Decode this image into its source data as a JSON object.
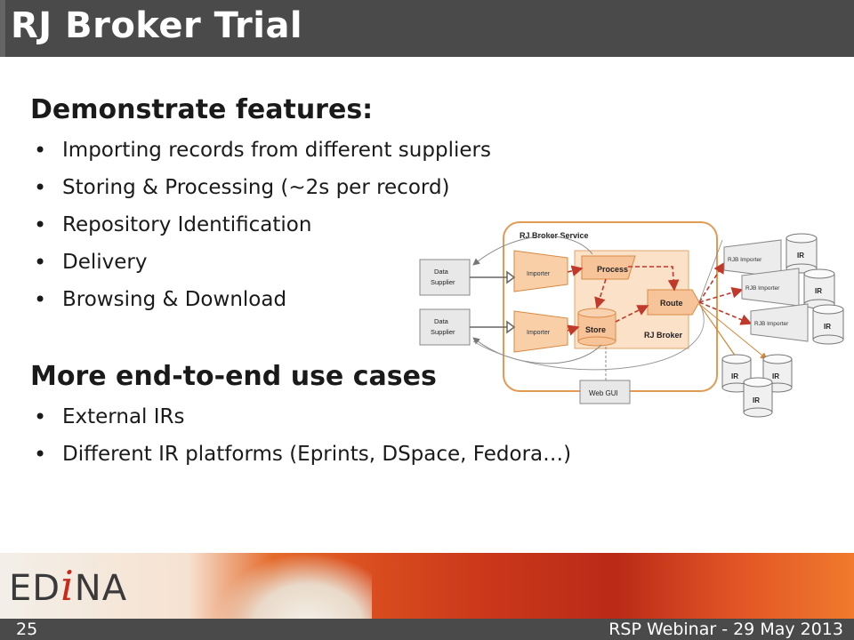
{
  "slide": {
    "title": "RJ Broker Trial",
    "heading1": "Demonstrate features:",
    "bullets1": [
      "Importing records from different suppliers",
      "Storing & Processing (~2s per record)",
      "Repository Identification",
      "Delivery",
      "Browsing & Download"
    ],
    "heading2": "More end-to-end use cases",
    "bullets2": [
      "External IRs",
      "Different IR platforms (Eprints, DSpace, Fedora…)"
    ]
  },
  "diagram": {
    "service_label": "RJ Broker Service",
    "broker_label": "RJ Broker",
    "data_supplier": "Data",
    "supplier": "Supplier",
    "importer": "Importer",
    "process": "Process",
    "store": "Store",
    "route": "Route",
    "web_gui": "Web GUI",
    "rjb_importer": "RJB Importer",
    "ir": "IR"
  },
  "footer": {
    "logo_left": "ED",
    "logo_i": "i",
    "logo_right": "NA",
    "slide_number": "25",
    "event": "RSP Webinar - 29 May 2013"
  },
  "colors": {
    "title_bar": "#4a4a4a",
    "diagram_orange": "#e8a060",
    "arrow_red": "#c0392b"
  }
}
